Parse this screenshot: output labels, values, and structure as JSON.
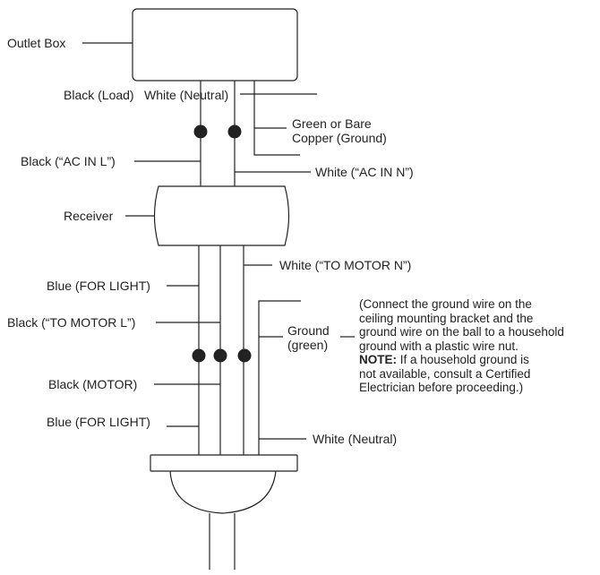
{
  "labels": {
    "outlet_box": "Outlet Box",
    "black_load": "Black (Load)",
    "white_neutral_top": "White (Neutral)",
    "green_bare_line1": "Green or Bare",
    "green_bare_line2": "Copper (Ground)",
    "black_ac_in_l": "Black (“AC IN L”)",
    "white_ac_in_n": "White (“AC IN N”)",
    "receiver": "Receiver",
    "white_to_motor_n": "White (“TO MOTOR N”)",
    "blue_for_light_1": "Blue (FOR LIGHT)",
    "black_to_motor_l": "Black (“TO MOTOR L”)",
    "ground_line1": "Ground",
    "ground_line2": "(green)",
    "black_motor": "Black (MOTOR)",
    "blue_for_light_2": "Blue (FOR LIGHT)",
    "white_neutral_bottom": "White (Neutral)"
  },
  "note": {
    "line1": "(Connect the ground wire on the",
    "line2": "ceiling mounting bracket and the",
    "line3": "ground wire on the ball to a household",
    "line4": "ground with a plastic wire nut.",
    "note_label": "NOTE:",
    "line5_rest": " If a household ground is",
    "line6": "not available, consult a Certified",
    "line7": "Electrician before proceeding.)"
  }
}
